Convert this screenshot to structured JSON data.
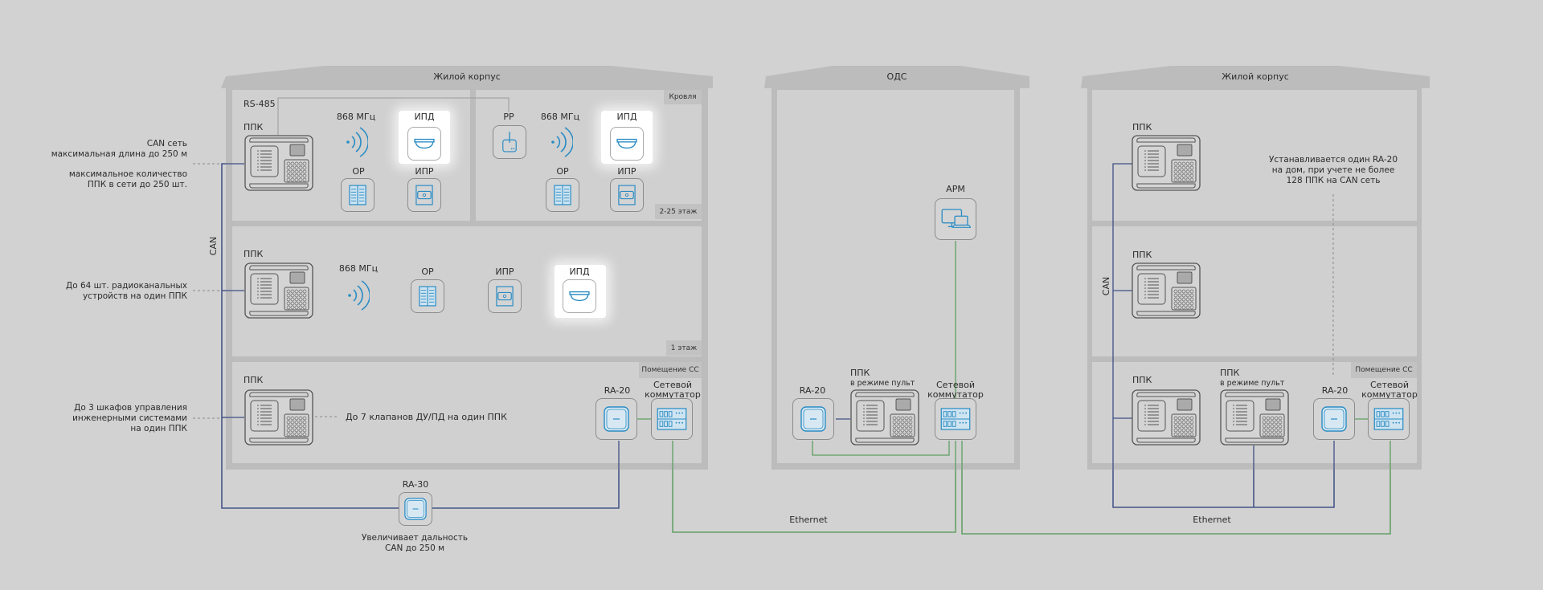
{
  "buildings": {
    "left": {
      "title": "Жилой корпус"
    },
    "center": {
      "title": "ОДС"
    },
    "right": {
      "title": "Жилой корпус"
    }
  },
  "floor_tags": {
    "roof": "Кровля",
    "floors_2_25": "2-25 этаж",
    "floor_1": "1 этаж",
    "ss_room_left": "Помещение СС",
    "ss_room_right": "Помещение СС"
  },
  "bus_labels": {
    "rs485": "RS-485",
    "can_left": "CAN",
    "can_right": "CAN",
    "ethernet_left": "Ethernet",
    "ethernet_right": "Ethernet"
  },
  "devices": {
    "ppk": "ППК",
    "ppk_console_title": "ППК",
    "ppk_console_sub": "в режиме пульт",
    "radio_freq": "868 МГц",
    "ipd": "ИПД",
    "ipr": "ИПР",
    "or": "ОР",
    "rr": "РР",
    "ra20": "RA-20",
    "ra30": "RA-30",
    "switch_line1": "Сетевой",
    "switch_line2": "коммутатор",
    "arm": "АРМ"
  },
  "notes": {
    "can_net_1": "CAN сеть",
    "can_net_2": "максимальная длина до 250 м",
    "max_ppk_1": "максимальное количество",
    "max_ppk_2": "ППК в сети до 250 шт.",
    "radio_1": "До 64 шт. радиоканальных",
    "radio_2": "устройств на один ППК",
    "cabinets_1": "До 3 шкафов управления",
    "cabinets_2": "инженерными системами",
    "cabinets_3": "на один ППК",
    "valves": "До 7 клапанов ДУ/ПД на один ППК",
    "ra30_1": "Увеличивает дальность",
    "ra30_2": "CAN до 250 м",
    "ra20_1": "Устанавливается один RA-20",
    "ra20_2": "на дом, при учете не более",
    "ra20_3": "128 ППК на CAN сеть"
  },
  "colors": {
    "can_line": "#3f4f85",
    "ethernet_line": "#5f9e62",
    "device_accent": "#2a8cc4",
    "background": "#d2d2d2",
    "wall": "#bcbcbc"
  }
}
